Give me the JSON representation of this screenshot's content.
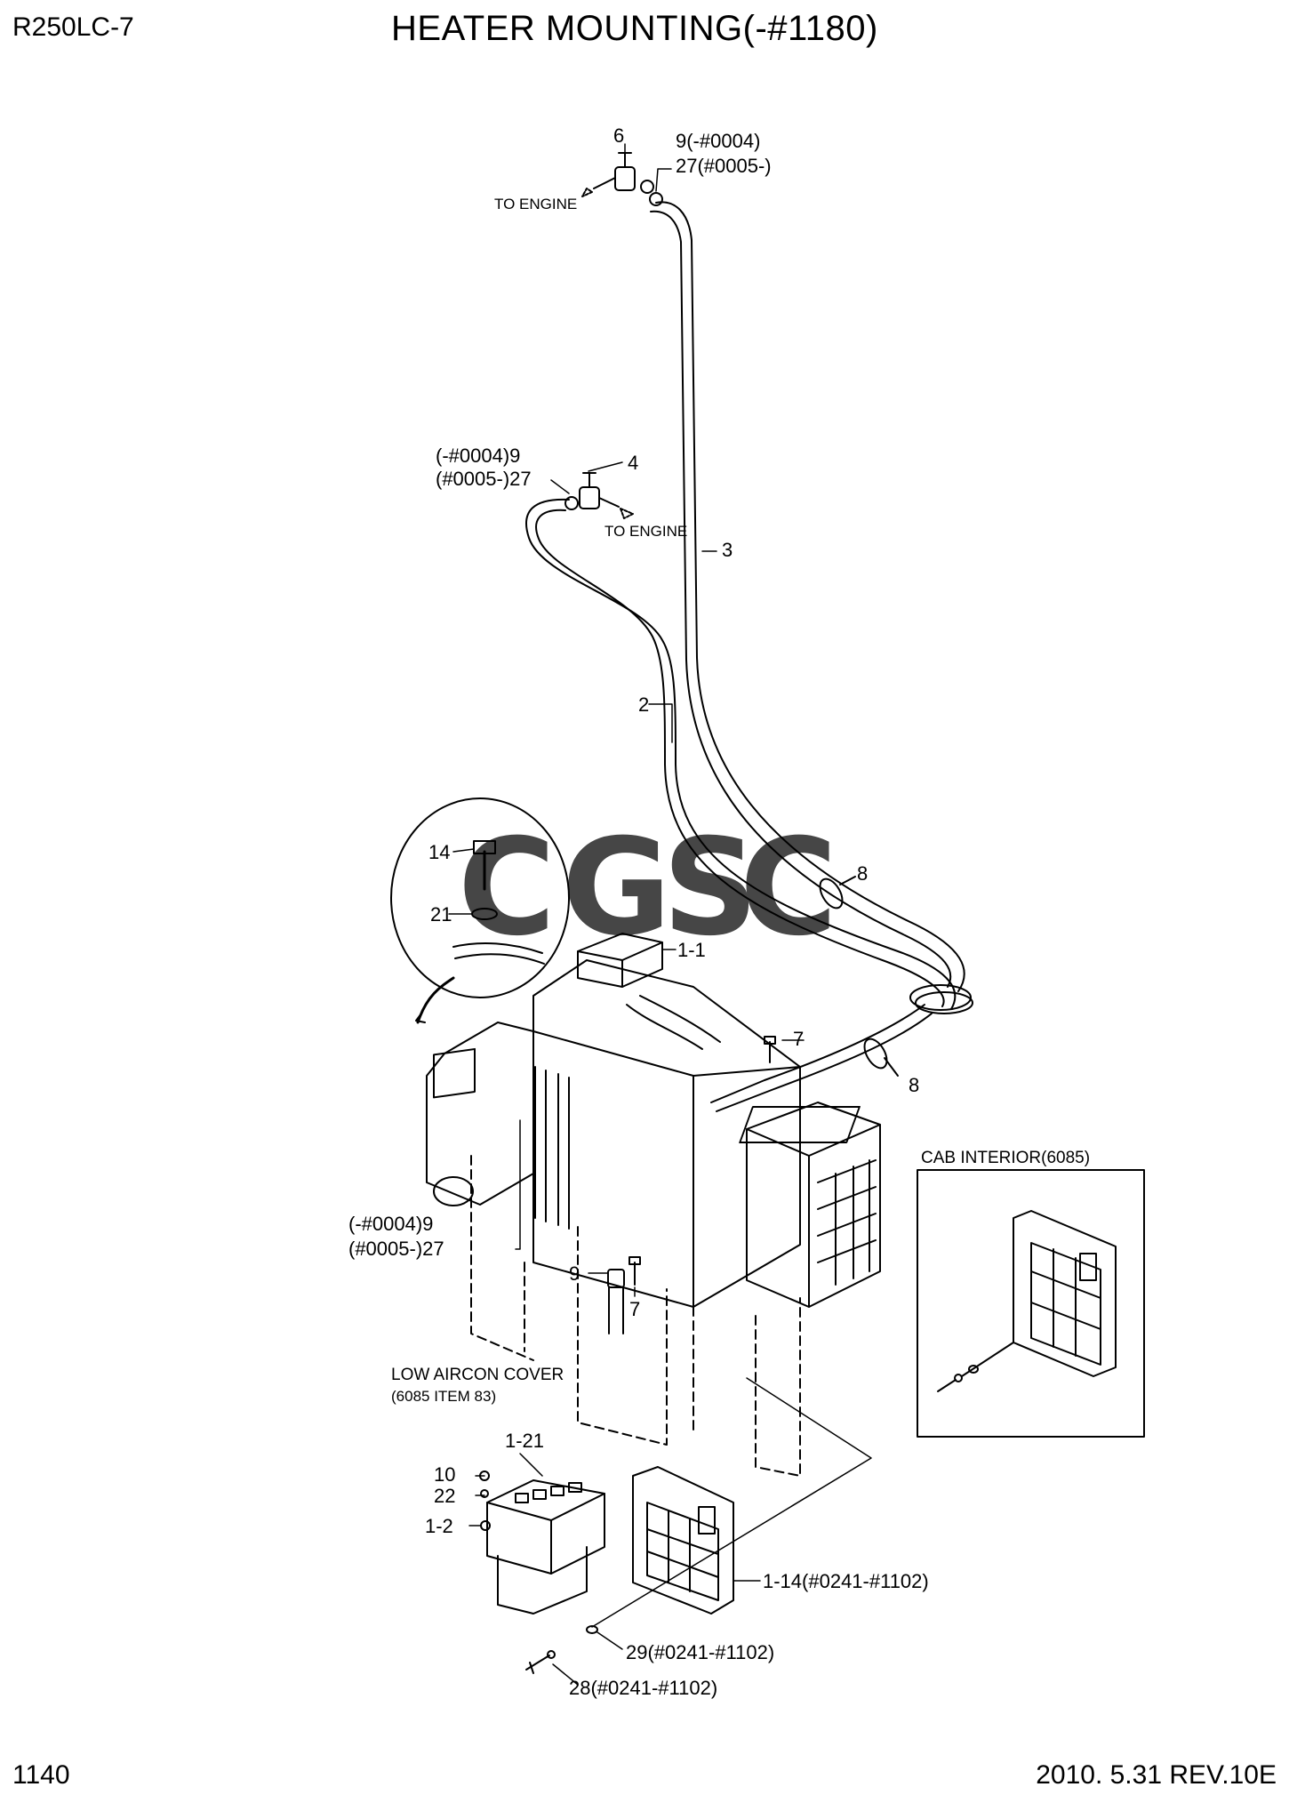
{
  "header": {
    "model": "R250LC-7",
    "title": "HEATER MOUNTING(-#1180)"
  },
  "footer": {
    "page_number": "1140",
    "revision": "2010. 5.31  REV.10E"
  },
  "watermark": {
    "letters": [
      "C",
      "G",
      "S",
      "C"
    ],
    "colors": [
      "#4a86e8",
      "#e06666",
      "#f1c232",
      "#3d9e6a"
    ]
  },
  "callouts": {
    "c6": "6",
    "c9_27_top_a": "9(-#0004)",
    "c9_27_top_b": "27(#0005-)",
    "to_engine_top": "TO ENGINE",
    "c9_27_mid_a": "(-#0004)9",
    "c9_27_mid_b": "(#0005-)27",
    "c4": "4",
    "to_engine_mid": "TO ENGINE",
    "c3": "3",
    "c2": "2",
    "c14": "14",
    "c21": "21",
    "c8_top": "8",
    "c1_1": "1-1",
    "c7_right": "7",
    "c8_right": "8",
    "cab_interior": "CAB INTERIOR(6085)",
    "c9_27_low_a": "(-#0004)9",
    "c9_27_low_b": "(#0005-)27",
    "c9_low": "9",
    "c7_low": "7",
    "low_aircon_a": "LOW AIRCON COVER",
    "low_aircon_b": "(6085 ITEM 83)",
    "c1_21": "1-21",
    "c10": "10",
    "c22": "22",
    "c1_2": "1-2",
    "c1_14": "1-14(#0241-#1102)",
    "c29": "29(#0241-#1102)",
    "c28": "28(#0241-#1102)"
  }
}
